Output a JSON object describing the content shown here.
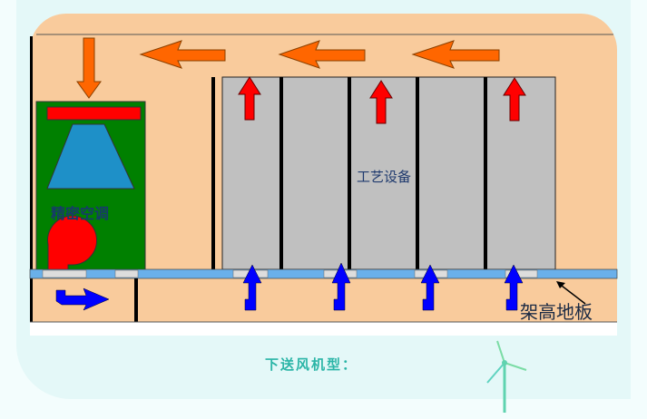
{
  "labels": {
    "ac_unit": "精密空调",
    "equipment": "工艺设备",
    "raised_floor": "架高地板",
    "caption": "下送风机型："
  },
  "colors": {
    "background": "#f9cb9c",
    "ac": "#008000",
    "hot_air": "#ff0000",
    "return_air": "#ff6600",
    "cold_air": "#0000ff",
    "floor": "#6ab0ea",
    "caption": "#2bb5a7"
  }
}
